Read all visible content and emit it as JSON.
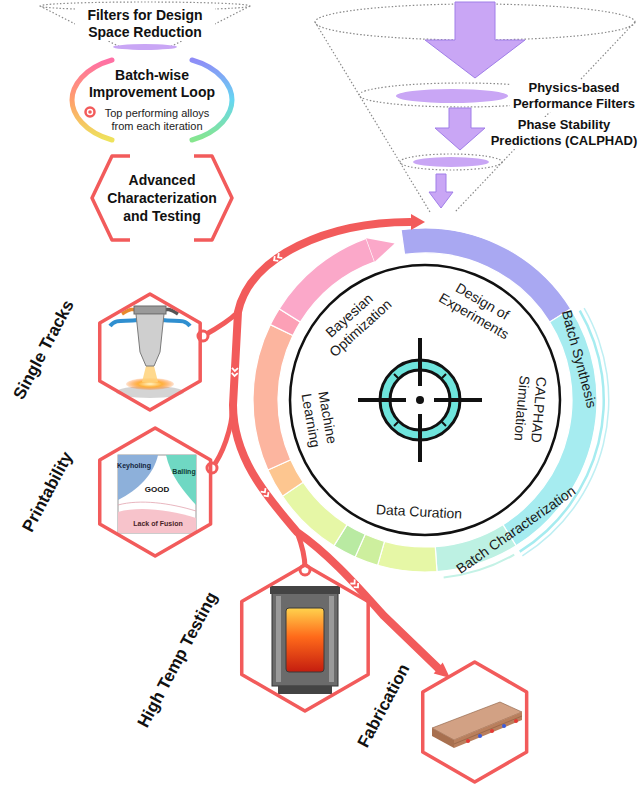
{
  "diagram": {
    "nodes": [
      {
        "text": [
          "Single Tracks"
        ]
      },
      {
        "text": [
          "Printability"
        ]
      },
      {
        "text": [
          "High Temp Testing"
        ]
      },
      {
        "text": [
          "Fabrication"
        ]
      }
    ],
    "labels": [
      "Physics-based Performance Filters",
      "Phase Stability Predictions (CALPHAD)",
      "Design of Experiments",
      "Batch Synthesis",
      "CALPHAD Simulation",
      "Batch Characterization",
      "Data Curation",
      "Machine Learning",
      "Bayesian Optimization",
      "Keyholing",
      "Balling",
      "GOOD",
      "Lack of Fusion"
    ],
    "legend": [
      {
        "text": "Filters for Design Space Reduction"
      },
      {
        "text": "Batch-wise Improvement Loop"
      },
      {
        "text": "Top performing alloys from each iteration"
      },
      {
        "text": "Advanced Characterization and Testing"
      }
    ]
  }
}
